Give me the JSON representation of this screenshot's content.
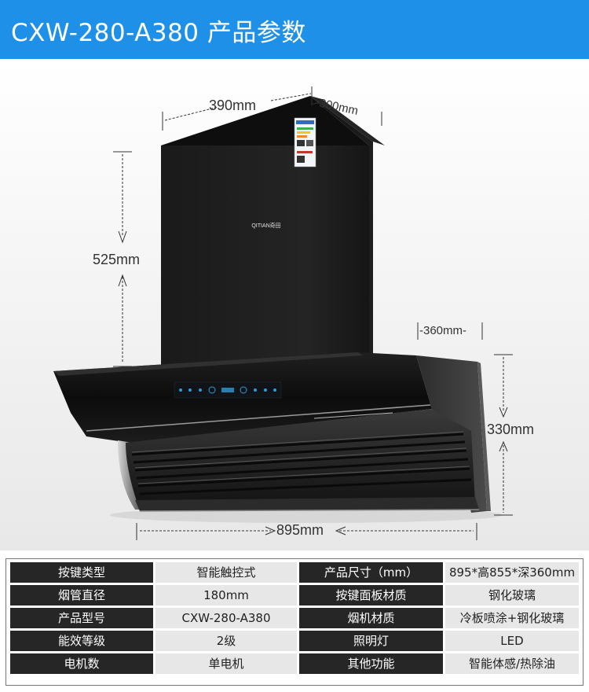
{
  "header": {
    "title": "CXW-280-A380 产品参数",
    "bg_color": "#1e90e8"
  },
  "product": {
    "brand_logo": "QITIAN奇田",
    "dimensions": {
      "top_width": "390mm",
      "top_depth": ">300mm",
      "chimney_height": "525mm",
      "body_depth": "-360mm-",
      "body_height": "330mm",
      "total_width": "895mm"
    }
  },
  "specs": {
    "rows": [
      {
        "k1": "按键类型",
        "v1": "智能触控式",
        "k2": "产品尺寸（mm）",
        "v2": "895*高855*深360mm"
      },
      {
        "k1": "烟管直径",
        "v1": "180mm",
        "k2": "按键面板材质",
        "v2": "钢化玻璃"
      },
      {
        "k1": "产品型号",
        "v1": "CXW-280-A380",
        "k2": "烟机材质",
        "v2": "冷板喷涂+钢化玻璃"
      },
      {
        "k1": "能效等级",
        "v1": "2级",
        "k2": "照明灯",
        "v2": "LED"
      },
      {
        "k1": "电机数",
        "v1": "单电机",
        "k2": "其他功能",
        "v2": "智能体感/热除油"
      }
    ]
  }
}
